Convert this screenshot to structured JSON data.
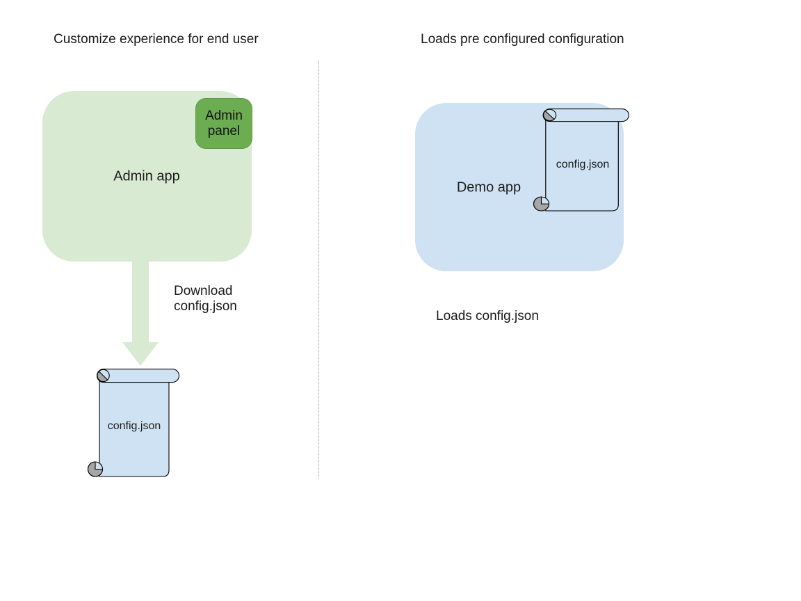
{
  "colors": {
    "light-green": "#d9ead3",
    "green": "#6dad51",
    "light-blue": "#cfe2f3",
    "gray-curl": "#a6a6a6",
    "outline": "#000000",
    "text": "#1a1a1a",
    "divider": "#999999"
  },
  "left": {
    "title": "Customize experience for end user",
    "admin_app_label": "Admin app",
    "admin_panel_label": "Admin\npanel",
    "arrow_label": "Download\nconfig.json",
    "config_file_label": "config.json"
  },
  "right": {
    "title": "Loads pre configured configuration",
    "demo_app_label": "Demo app",
    "config_file_label": "config.json",
    "caption": "Loads config.json"
  }
}
